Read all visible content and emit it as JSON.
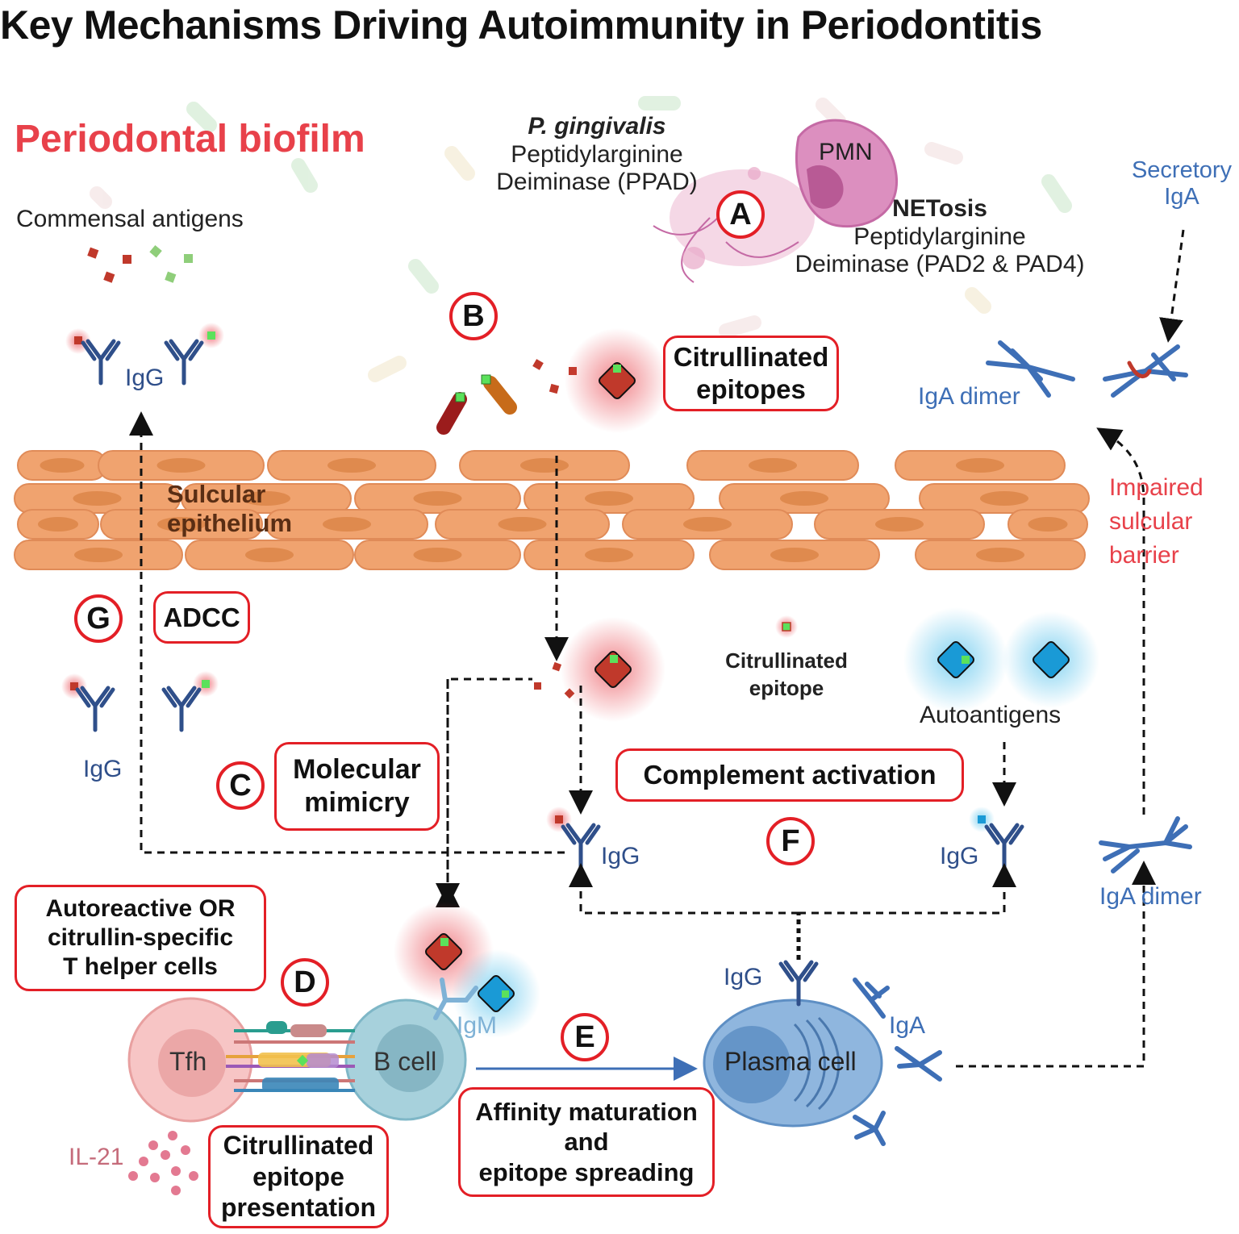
{
  "title": "Key Mechanisms Driving Autoimmunity in Periodontitis",
  "labels": {
    "biofilm": "Periodontal biofilm",
    "commensal": "Commensal antigens",
    "pg_species": "P. gingivalis",
    "ppad_1": "Peptidylarginine",
    "ppad_2": "Deiminase (PPAD)",
    "pmn": "PMN",
    "netosis": "NETosis",
    "pad_1": "Peptidylarginine",
    "pad_2": "Deiminase (PAD2 & PAD4)",
    "secretory_1": "Secretory",
    "secretory_2": "IgA",
    "iga_dimer_top": "IgA dimer",
    "iga_dimer_bottom": "IgA dimer",
    "sulcular_1": "Sulcular",
    "sulcular_2": "epithelium",
    "impaired_1": "Impaired",
    "impaired_2": "sulcular",
    "impaired_3": "barrier",
    "igg_top": "IgG",
    "igg_left": "IgG",
    "igg_center": "IgG",
    "igg_right": "IgG",
    "igg_plasma": "IgG",
    "iga_plasma": "IgA",
    "igm": "IgM",
    "cit_epitope_1": "Citrullinated",
    "cit_epitope_2": "epitope",
    "autoantigens": "Autoantigens",
    "tfh": "Tfh",
    "bcell": "B cell",
    "plasma": "Plasma cell",
    "il21": "IL-21"
  },
  "boxes": {
    "cit_epitopes_1": "Citrullinated",
    "cit_epitopes_2": "epitopes",
    "adcc": "ADCC",
    "mimicry_1": "Molecular",
    "mimicry_2": "mimicry",
    "complement": "Complement activation",
    "autoreactive_1": "Autoreactive OR",
    "autoreactive_2": "citrullin-specific",
    "autoreactive_3": "T helper cells",
    "presentation_1": "Citrullinated",
    "presentation_2": "epitope",
    "presentation_3": "presentation",
    "affinity_1": "Affinity maturation",
    "affinity_2": "and",
    "affinity_3": "epitope spreading"
  },
  "markers": {
    "a": "A",
    "b": "B",
    "c": "C",
    "d": "D",
    "e": "E",
    "f": "F",
    "g": "G"
  },
  "colors": {
    "accent_red": "#e31f26",
    "biofilm_red": "#e8414a",
    "antibody_navy": "#2f4f8a",
    "iga_blue": "#3e6fb6",
    "epithelium": "#f0a36f",
    "nucleus": "#df8a4e",
    "antigen_red": "#c0392b",
    "antigen_green": "#5be15b",
    "autoantigen_blue": "#1a9ad6"
  }
}
